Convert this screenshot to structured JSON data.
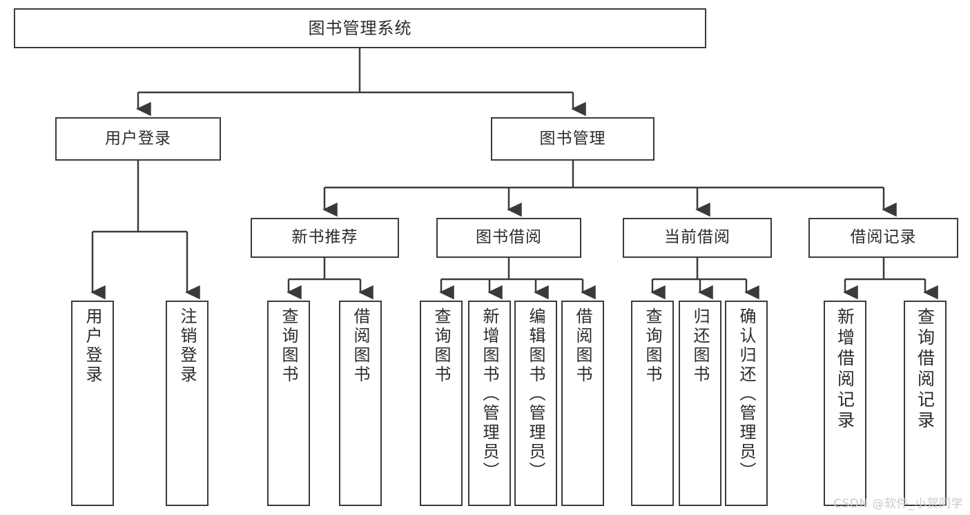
{
  "diagram": {
    "type": "tree",
    "title": "图书管理系统",
    "root": {
      "id": "root",
      "label": "图书管理系统",
      "orientation": "horizontal"
    },
    "level2": [
      {
        "id": "user-login",
        "label": "用户登录",
        "orientation": "horizontal"
      },
      {
        "id": "book-management",
        "label": "图书管理",
        "orientation": "horizontal"
      }
    ],
    "level3": [
      {
        "id": "new-book-recommend",
        "label": "新书推荐",
        "orientation": "horizontal",
        "parent": "book-management"
      },
      {
        "id": "book-borrow",
        "label": "图书借阅",
        "orientation": "horizontal",
        "parent": "book-management"
      },
      {
        "id": "current-borrow",
        "label": "当前借阅",
        "orientation": "horizontal",
        "parent": "book-management"
      },
      {
        "id": "borrow-record",
        "label": "借阅记录",
        "orientation": "horizontal",
        "parent": "book-management"
      }
    ],
    "leaves": [
      {
        "id": "leaf-user-login",
        "label": "用户登录",
        "orientation": "vertical",
        "parent": "user-login"
      },
      {
        "id": "leaf-logout",
        "label": "注销登录",
        "orientation": "vertical",
        "parent": "user-login"
      },
      {
        "id": "leaf-query-book-1",
        "label": "查询图书",
        "orientation": "vertical",
        "parent": "new-book-recommend"
      },
      {
        "id": "leaf-borrow-book-1",
        "label": "借阅图书",
        "orientation": "vertical",
        "parent": "new-book-recommend"
      },
      {
        "id": "leaf-query-book-2",
        "label": "查询图书",
        "orientation": "vertical",
        "parent": "book-borrow"
      },
      {
        "id": "leaf-add-book",
        "label": "新增图书（管理员）",
        "orientation": "vertical",
        "parent": "book-borrow"
      },
      {
        "id": "leaf-edit-book",
        "label": "编辑图书（管理员）",
        "orientation": "vertical",
        "parent": "book-borrow"
      },
      {
        "id": "leaf-borrow-book-2",
        "label": "借阅图书",
        "orientation": "vertical",
        "parent": "book-borrow"
      },
      {
        "id": "leaf-query-book-3",
        "label": "查询图书",
        "orientation": "vertical",
        "parent": "current-borrow"
      },
      {
        "id": "leaf-return-book",
        "label": "归还图书",
        "orientation": "vertical",
        "parent": "current-borrow"
      },
      {
        "id": "leaf-confirm-return",
        "label": "确认归还（管理员）",
        "orientation": "vertical",
        "parent": "current-borrow"
      },
      {
        "id": "leaf-add-record",
        "label": "新增借阅记录",
        "orientation": "vertical",
        "parent": "borrow-record"
      },
      {
        "id": "leaf-query-record",
        "label": "查询借阅记录",
        "orientation": "vertical",
        "parent": "borrow-record"
      }
    ],
    "colors": {
      "stroke": "#3a3a3a",
      "text": "#2b2b2b",
      "background": "#ffffff",
      "watermark": "#c9c9c9"
    }
  },
  "watermark": {
    "text": "CSDN @软件_小贺同学"
  }
}
